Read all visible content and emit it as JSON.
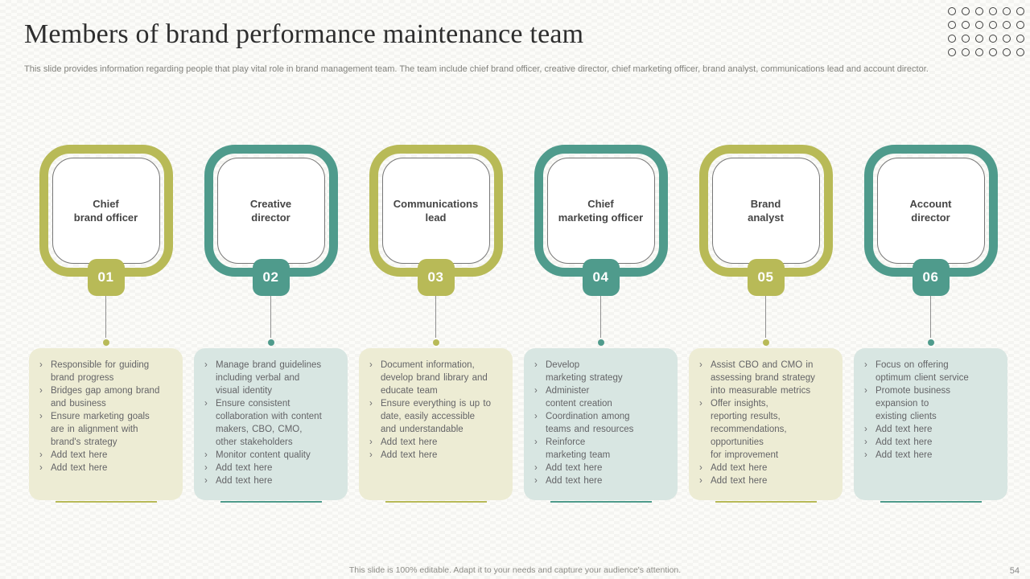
{
  "slide": {
    "title": "Members of brand performance maintenance team",
    "subtitle": "This slide provides information regarding people that play vital role in brand management team. The team include chief brand officer, creative director, chief marketing officer, brand analyst, communications lead and account director.",
    "footer": "This slide is 100% editable.  Adapt it to your needs and capture your audience's attention.",
    "page_number": "54"
  },
  "colors": {
    "olive": "#b8ba57",
    "teal": "#4f9b8c",
    "olive_light": "#edecd4",
    "teal_light": "#d8e6e2"
  },
  "bullet_marker": "›",
  "decor": {
    "ring_count": 24
  },
  "members": [
    {
      "number": "01",
      "title": "Chief\nbrand officer",
      "theme": "olive",
      "bullets": [
        "Responsible for guiding\nbrand progress",
        "Bridges gap among brand\nand business",
        "Ensure marketing goals\nare in alignment with\nbrand's strategy",
        "Add text here",
        "Add text here"
      ]
    },
    {
      "number": "02",
      "title": "Creative\ndirector",
      "theme": "teal",
      "bullets": [
        "Manage brand guidelines\nincluding verbal and\nvisual identity",
        "Ensure consistent\ncollaboration with content\nmakers, CBO, CMO,\nother stakeholders",
        "Monitor content quality",
        "Add text here",
        "Add text here"
      ]
    },
    {
      "number": "03",
      "title": "Communications\nlead",
      "theme": "olive",
      "bullets": [
        "Document information,\ndevelop brand library and\neducate team",
        "Ensure everything is up to\ndate, easily accessible\nand understandable",
        "Add text here",
        "Add text here"
      ]
    },
    {
      "number": "04",
      "title": "Chief\nmarketing officer",
      "theme": "teal",
      "bullets": [
        "Develop\nmarketing strategy",
        "Administer\ncontent creation",
        "Coordination among\nteams and resources",
        "Reinforce\nmarketing team",
        "Add text here",
        "Add text here"
      ]
    },
    {
      "number": "05",
      "title": "Brand\nanalyst",
      "theme": "olive",
      "bullets": [
        "Assist CBO and CMO in\nassessing brand strategy\ninto measurable metrics",
        "Offer insights,\nreporting results,\nrecommendations,\nopportunities\nfor improvement",
        "Add text here",
        "Add text here"
      ]
    },
    {
      "number": "06",
      "title": "Account\ndirector",
      "theme": "teal",
      "bullets": [
        "Focus on offering\noptimum client service",
        "Promote business\nexpansion to\nexisting clients",
        "Add text here",
        "Add text here",
        "Add text here"
      ]
    }
  ]
}
